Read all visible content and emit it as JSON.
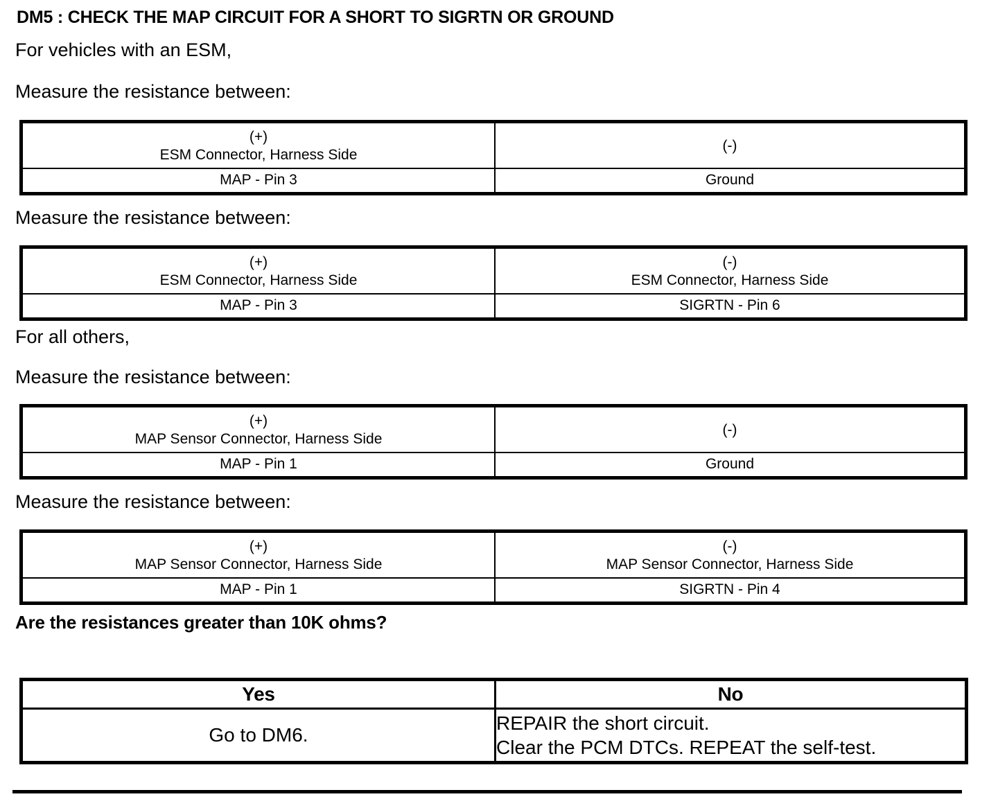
{
  "step": {
    "title": "DM5 : CHECK THE MAP CIRCUIT FOR A SHORT TO SIGRTN OR GROUND"
  },
  "intro": {
    "esm_condition": "For vehicles with an ESM,",
    "others_condition": "For all others,",
    "measure_label_1": "Measure the resistance between:",
    "measure_label_2": "Measure the resistance between:",
    "measure_label_3": "Measure the resistance between:",
    "measure_label_4": "Measure the resistance between:"
  },
  "question": {
    "text": "Are the resistances greater than 10K ohms?"
  },
  "measurements": [
    {
      "name": "esm-map-pin3-to-ground",
      "positive": {
        "sign": "(+)",
        "location": "ESM Connector, Harness Side",
        "value": "MAP - Pin 3"
      },
      "negative": {
        "sign": "(-)",
        "location": "",
        "value": "Ground"
      }
    },
    {
      "name": "esm-map-pin3-to-sigrtn-pin6",
      "positive": {
        "sign": "(+)",
        "location": "ESM Connector, Harness Side",
        "value": "MAP - Pin 3"
      },
      "negative": {
        "sign": "(-)",
        "location": "ESM Connector, Harness Side",
        "value": "SIGRTN - Pin 6"
      }
    },
    {
      "name": "map-sensor-pin1-to-ground",
      "positive": {
        "sign": "(+)",
        "location": "MAP Sensor Connector, Harness Side",
        "value": "MAP - Pin 1"
      },
      "negative": {
        "sign": "(-)",
        "location": "",
        "value": "Ground"
      }
    },
    {
      "name": "map-sensor-pin1-to-sigrtn-pin4",
      "positive": {
        "sign": "(+)",
        "location": "MAP Sensor Connector, Harness Side",
        "value": "MAP - Pin 1"
      },
      "negative": {
        "sign": "(-)",
        "location": "MAP Sensor Connector, Harness Side",
        "value": "SIGRTN - Pin 4"
      }
    }
  ],
  "outcome": {
    "yes_header": "Yes",
    "no_header": "No",
    "yes_action": "Go to DM6.",
    "no_action_line1": "REPAIR the short circuit.",
    "no_action_line2": "Clear the PCM DTCs. REPEAT the self-test."
  },
  "colors": {
    "text": "#000000",
    "background": "#ffffff",
    "border": "#000000"
  }
}
